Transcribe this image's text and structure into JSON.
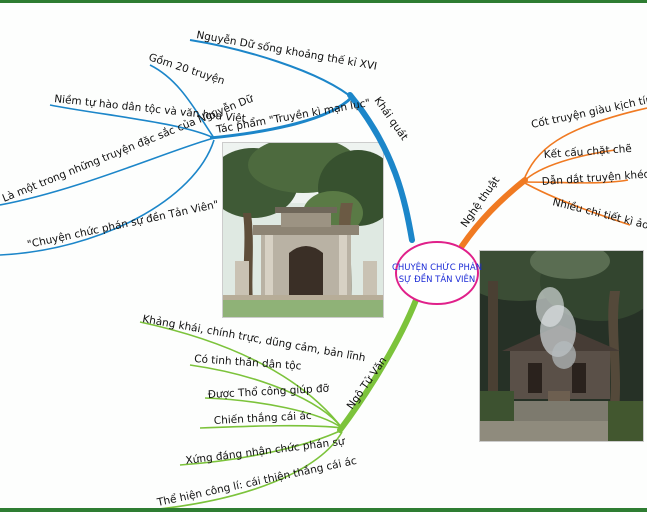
{
  "center": {
    "line1": "CHUYỆN CHỨC PHÁN",
    "line2": "SỰ ĐỀN TẢN VIÊN",
    "border_color": "#e0208a",
    "text_color": "#1c2bd6"
  },
  "colors": {
    "khai_quat": "#1c86c9",
    "nghe_thuat": "#f07a22",
    "ngo_tu_van": "#7cc33b"
  },
  "branches": {
    "khai_quat": {
      "label": "Khái quát",
      "items": [
        "Nguyễn Dữ sống khoảng thế kỉ XVI",
        "Tác phẩm \"Truyền kì mạn lục\"",
        "Gồm 20 truyện",
        "Niềm tự hào dân tộc và văn hóa Việt",
        "Là một trong những truyện đặc sắc của Nguyễn Dữ",
        "\"Chuyện chức phán sự đền Tản Viên\""
      ]
    },
    "nghe_thuat": {
      "label": "Nghệ thuật",
      "items": [
        "Cốt truyện giàu kịch tính",
        "Kết cấu chặt chẽ",
        "Dẫn dắt truyện khéo léo",
        "Nhiều chi tiết kì ảo"
      ]
    },
    "ngo_tu_van": {
      "label": "Ngô Tử Văn",
      "items": [
        "Khảng khái, chính trực, dũng cảm, bản lĩnh",
        "Có tinh thần dân tộc",
        "Được Thổ công giúp đỡ",
        "Chiến thắng cái ác",
        "Xứng đáng nhận chức phán sự",
        "Thể hiện công lí: cái thiện thắng cái ác"
      ]
    }
  },
  "images": [
    {
      "name": "temple-gate-photo",
      "subject": "ancient temple gate with large trees"
    },
    {
      "name": "temple-courtyard-photo",
      "subject": "temple courtyard with incense smoke"
    }
  ]
}
